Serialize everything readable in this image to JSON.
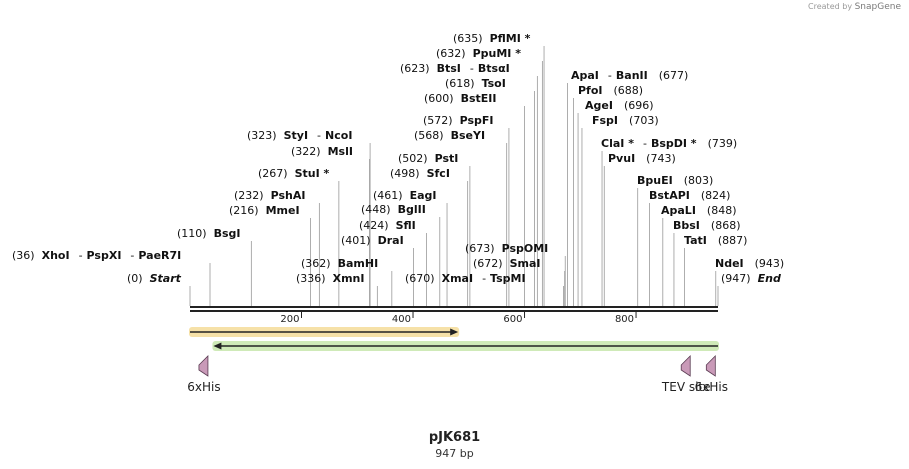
{
  "credit": {
    "prefix": "Created by",
    "brand": "SnapGene"
  },
  "plasmid": {
    "name": "pJK681",
    "length_label": "947 bp",
    "length_bp": 947
  },
  "scale_ticks": [
    {
      "bp": 200,
      "label": "200"
    },
    {
      "bp": 400,
      "label": "400"
    },
    {
      "bp": 600,
      "label": "600"
    },
    {
      "bp": 800,
      "label": "800"
    }
  ],
  "sites": [
    {
      "pos": 0,
      "pos_label": "(0)",
      "parts": [
        "Start"
      ],
      "italic": true
    },
    {
      "pos": 36,
      "pos_label": "(36)",
      "parts": [
        "XhoI",
        "PspXI",
        "PaeR7I"
      ]
    },
    {
      "pos": 110,
      "pos_label": "(110)",
      "parts": [
        "BsgI"
      ]
    },
    {
      "pos": 216,
      "pos_label": "(216)",
      "parts": [
        "MmeI"
      ]
    },
    {
      "pos": 232,
      "pos_label": "(232)",
      "parts": [
        "PshAI"
      ]
    },
    {
      "pos": 267,
      "pos_label": "(267)",
      "parts": [
        "StuI *"
      ]
    },
    {
      "pos": 322,
      "pos_label": "(322)",
      "parts": [
        "MslI"
      ]
    },
    {
      "pos": 323,
      "pos_label": "(323)",
      "parts": [
        "StyI",
        "NcoI"
      ]
    },
    {
      "pos": 336,
      "pos_label": "(336)",
      "parts": [
        "XmnI"
      ]
    },
    {
      "pos": 362,
      "pos_label": "(362)",
      "parts": [
        "BamHI"
      ]
    },
    {
      "pos": 401,
      "pos_label": "(401)",
      "parts": [
        "DraI"
      ]
    },
    {
      "pos": 424,
      "pos_label": "(424)",
      "parts": [
        "SflI"
      ]
    },
    {
      "pos": 448,
      "pos_label": "(448)",
      "parts": [
        "BglII"
      ]
    },
    {
      "pos": 461,
      "pos_label": "(461)",
      "parts": [
        "EagI"
      ]
    },
    {
      "pos": 498,
      "pos_label": "(498)",
      "parts": [
        "SfcI"
      ]
    },
    {
      "pos": 502,
      "pos_label": "(502)",
      "parts": [
        "PstI"
      ]
    },
    {
      "pos": 568,
      "pos_label": "(568)",
      "parts": [
        "BseYI"
      ]
    },
    {
      "pos": 572,
      "pos_label": "(572)",
      "parts": [
        "PspFI"
      ]
    },
    {
      "pos": 600,
      "pos_label": "(600)",
      "parts": [
        "BstEII"
      ]
    },
    {
      "pos": 618,
      "pos_label": "(618)",
      "parts": [
        "TsoI"
      ]
    },
    {
      "pos": 623,
      "pos_label": "(623)",
      "parts": [
        "BtsI",
        "BtsαI"
      ]
    },
    {
      "pos": 632,
      "pos_label": "(632)",
      "parts": [
        "PpuMI *"
      ]
    },
    {
      "pos": 635,
      "pos_label": "(635)",
      "parts": [
        "PflMI *"
      ]
    },
    {
      "pos": 670,
      "pos_label": "(670)",
      "parts": [
        "XmaI",
        "TspMI"
      ]
    },
    {
      "pos": 672,
      "pos_label": "(672)",
      "parts": [
        "SmaI"
      ]
    },
    {
      "pos": 673,
      "pos_label": "(673)",
      "parts": [
        "PspOMI"
      ]
    },
    {
      "pos": 677,
      "pos_label": "(677)",
      "parts": [
        "ApaI",
        "BanII"
      ]
    },
    {
      "pos": 688,
      "pos_label": "(688)",
      "parts": [
        "PfoI"
      ]
    },
    {
      "pos": 696,
      "pos_label": "(696)",
      "parts": [
        "AgeI"
      ]
    },
    {
      "pos": 703,
      "pos_label": "(703)",
      "parts": [
        "FspI"
      ]
    },
    {
      "pos": 739,
      "pos_label": "(739)",
      "parts": [
        "ClaI *",
        "BspDI *"
      ]
    },
    {
      "pos": 743,
      "pos_label": "(743)",
      "parts": [
        "PvuI"
      ]
    },
    {
      "pos": 803,
      "pos_label": "(803)",
      "parts": [
        "BpuEI"
      ]
    },
    {
      "pos": 824,
      "pos_label": "(824)",
      "parts": [
        "BstAPI"
      ]
    },
    {
      "pos": 848,
      "pos_label": "(848)",
      "parts": [
        "ApaLI"
      ]
    },
    {
      "pos": 868,
      "pos_label": "(868)",
      "parts": [
        "BbsI"
      ]
    },
    {
      "pos": 887,
      "pos_label": "(887)",
      "parts": [
        "TatI"
      ]
    },
    {
      "pos": 943,
      "pos_label": "(943)",
      "parts": [
        "NdeI"
      ]
    },
    {
      "pos": 947,
      "pos_label": "(947)",
      "parts": [
        "End"
      ],
      "italic": true
    }
  ],
  "features": [
    {
      "name": "orange-feature",
      "type": "arrow",
      "start": 0,
      "end": 481,
      "direction": "forward",
      "color": "#f0a940",
      "glow": "#f6e1a8"
    },
    {
      "name": "green-feature",
      "type": "arrow",
      "start": 42,
      "end": 947,
      "direction": "reverse",
      "color": "#5fb040",
      "glow": "#cfeab8"
    },
    {
      "name": "6xHis-left",
      "type": "tag",
      "label": "6xHis",
      "pos": 25,
      "direction": "reverse",
      "color": "#c99ab8"
    },
    {
      "name": "TEV-site",
      "type": "tag",
      "label": "TEV site",
      "pos": 890,
      "direction": "reverse",
      "color": "#c99ab8"
    },
    {
      "name": "6xHis-right",
      "type": "tag",
      "label": "6xHis",
      "pos": 935,
      "direction": "reverse",
      "color": "#c99ab8"
    }
  ]
}
